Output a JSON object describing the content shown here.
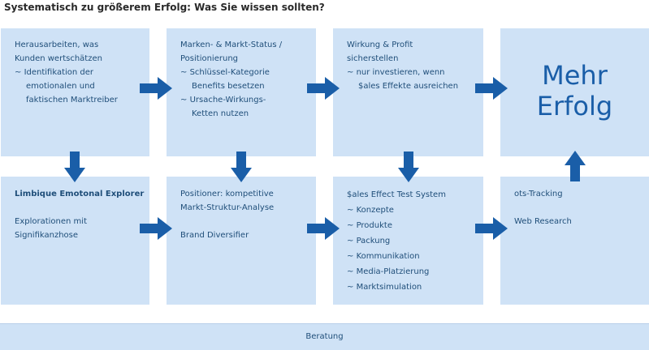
{
  "title": "Systematisch zu größerem Erfolg: Was Sie wissen sollten?",
  "top_row": [
    {
      "heading": [
        "Herausarbeiten, was",
        "Kunden wertschätzen"
      ],
      "bullets": [
        [
          "Identifikation der",
          "emotionalen und",
          "faktischen Marktreiber"
        ]
      ]
    },
    {
      "heading": [
        "Marken- & Markt-Status /",
        "Positionierung"
      ],
      "bullets": [
        [
          "Schlüssel-Kategorie",
          "Benefits besetzen"
        ],
        [
          "Ursache-Wirkungs-",
          "Ketten nutzen"
        ]
      ]
    },
    {
      "heading": [
        "Wirkung & Profit",
        "sicherstellen"
      ],
      "bullets": [
        [
          "nur investieren, wenn",
          "$ales Effekte ausreichen"
        ]
      ]
    },
    {
      "big": [
        "Mehr",
        "Erfolg"
      ]
    }
  ],
  "bottom_row": [
    {
      "heading": "Limbique Emotonal Explorer",
      "lines": [
        "Explorationen mit",
        "Signifikanzhose"
      ]
    },
    {
      "heading": [
        "Positioner: kompetitive",
        "Markt-Struktur-Analyse"
      ],
      "lines": [
        "Brand Diversifier"
      ]
    },
    {
      "heading": "$ales Effect Test System",
      "bullets": [
        "Konzepte",
        "Produkte",
        "Packung",
        "Kommunikation",
        "Media-Platzierung",
        "Marktsimulation"
      ]
    },
    {
      "lines_a": "ots-Tracking",
      "lines_b": "Web Research"
    }
  ],
  "footer": "Beratung",
  "colors": {
    "box_fill": "#cfe2f6",
    "arrow": "#1a5ea8",
    "text": "#1f4e79"
  }
}
